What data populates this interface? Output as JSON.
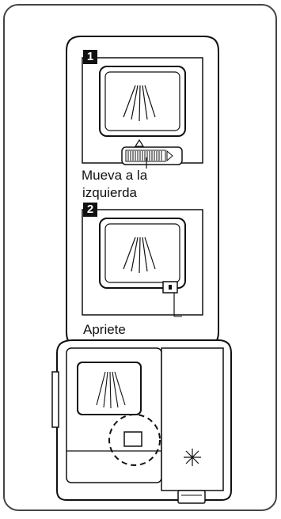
{
  "steps": [
    {
      "number": "1",
      "caption_line1": "Mueva a la",
      "caption_line2": "izquierda"
    },
    {
      "number": "2",
      "caption": "Apriete"
    }
  ],
  "icons": {
    "spray": "spray-lines-icon",
    "lock": "release-lever-icon",
    "button": "push-button-icon",
    "sparkle": "sparkle-icon"
  },
  "colors": {
    "line": "#111111",
    "panel": "#ffffff",
    "frame": "#444444"
  }
}
